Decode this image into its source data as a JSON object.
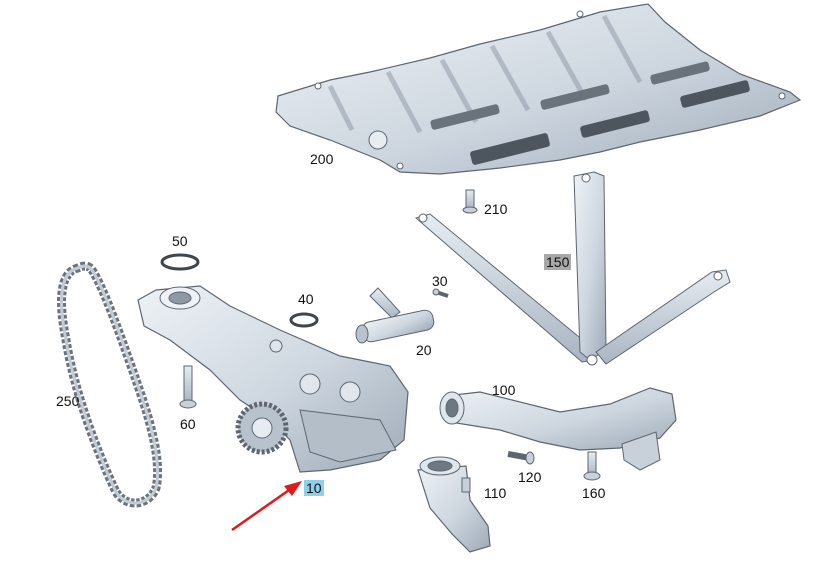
{
  "callouts": [
    {
      "id": "c200",
      "label": "200",
      "hl": ""
    },
    {
      "id": "c210",
      "label": "210",
      "hl": ""
    },
    {
      "id": "c150",
      "label": "150",
      "hl": "gray"
    },
    {
      "id": "c50",
      "label": "50",
      "hl": ""
    },
    {
      "id": "c40",
      "label": "40",
      "hl": ""
    },
    {
      "id": "c30",
      "label": "30",
      "hl": ""
    },
    {
      "id": "c20",
      "label": "20",
      "hl": ""
    },
    {
      "id": "c250",
      "label": "250",
      "hl": ""
    },
    {
      "id": "c60",
      "label": "60",
      "hl": ""
    },
    {
      "id": "c100",
      "label": "100",
      "hl": ""
    },
    {
      "id": "c120",
      "label": "120",
      "hl": ""
    },
    {
      "id": "c160",
      "label": "160",
      "hl": ""
    },
    {
      "id": "c110",
      "label": "110",
      "hl": ""
    },
    {
      "id": "c10",
      "label": "10",
      "hl": "blue"
    }
  ],
  "colors": {
    "part_fill": "#d6dfe8",
    "part_shade": "#a7b3c0",
    "part_edge": "#5d6670",
    "arrow": "#e0191b",
    "highlight_selected": "#8fcfe8",
    "highlight_secondary": "#a9a9a9"
  }
}
